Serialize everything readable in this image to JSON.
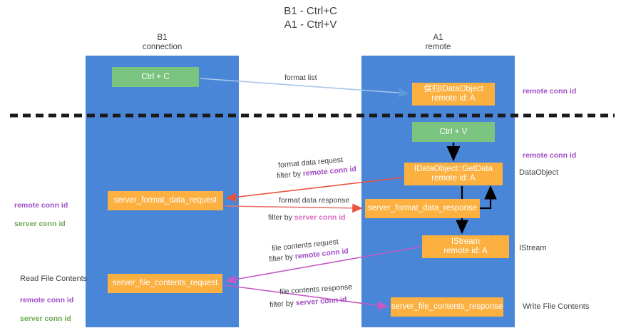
{
  "diagram": {
    "title": "B1 - Ctrl+C\nA1 - Ctrl+V",
    "lanes": [
      {
        "id": "b1",
        "header": "B1\nconnection"
      },
      {
        "id": "a1",
        "header": "A1\nremote"
      }
    ],
    "nodes": {
      "ctrl_c": "Ctrl + C",
      "data_object": "俣归IDataObject\nremote id: A",
      "ctrl_v": "Ctrl + V",
      "get_data": "IDataObject::GetData\nremote id: A",
      "server_format_data_request": "server_format_data_request",
      "server_format_data_response": "server_format_data_response",
      "istream": "IStream\nremote id: A",
      "server_file_contents_request": "server_file_contents_request",
      "server_file_contents_response": "server_file_contents_response"
    },
    "edge_labels": {
      "format_list": "format list",
      "format_data_request": "format data request",
      "format_data_request_filter_prefix": "filter by ",
      "format_data_request_filter_key": "remote conn id",
      "format_data_response": "format data response",
      "format_data_response_filter_prefix": "filter by ",
      "format_data_response_filter_key": "server conn id",
      "file_contents_request": "file contents request",
      "file_contents_request_filter_prefix": "filter by ",
      "file_contents_request_filter_key": "remote conn id",
      "file_contents_response": "file contents response",
      "file_contents_response_filter_prefix": "filter by ",
      "file_contents_response_filter_key": "server conn id"
    },
    "annotations": {
      "remote_conn_id_top": "remote conn id",
      "remote_conn_id_mid": "remote conn id",
      "data_object_label": "DataObject",
      "istream_label": "IStream",
      "write_file_contents": "Write File Contents",
      "read_file_contents": "Read File Contents",
      "left_remote_conn_id": "remote conn id",
      "left_server_conn_id": "server conn id",
      "left_bottom_remote_conn_id": "remote conn id",
      "left_bottom_server_conn_id": "server conn id"
    },
    "colors": {
      "lane": "#4a86d8",
      "green_node": "#7bc47f",
      "orange_node": "#fbb040",
      "purple_text": "#a04ec4",
      "green_text": "#6aa84f",
      "pink_text": "#d96ac0",
      "divider": "#222222",
      "arrow_blue": "#a8c7e8",
      "arrow_red": "#e8533f",
      "arrow_magenta": "#c559c5",
      "arrow_black": "#000000"
    }
  }
}
